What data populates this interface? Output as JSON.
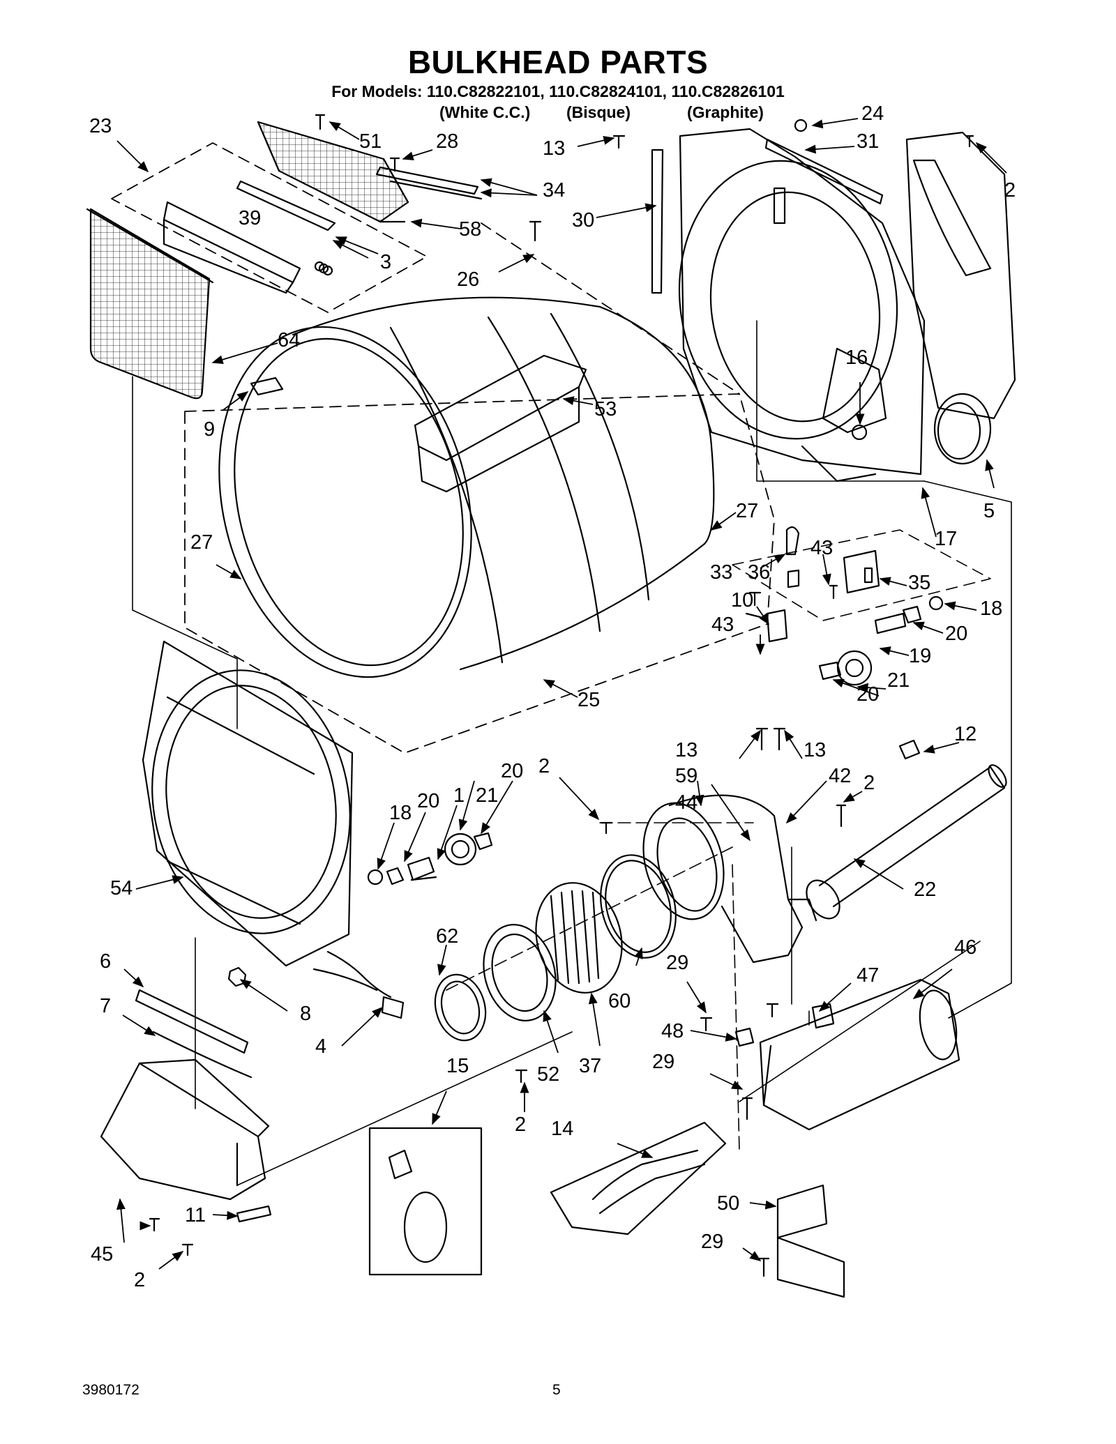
{
  "header": {
    "title": "BULKHEAD PARTS",
    "models_line": "For Models: 110.C82822101, 110.C82824101, 110.C82826101",
    "variants": [
      "(White C.C.)",
      "(Bisque)",
      "(Graphite)"
    ]
  },
  "callouts": [
    {
      "id": "c23",
      "label": "23"
    },
    {
      "id": "c51",
      "label": "51"
    },
    {
      "id": "c28",
      "label": "28"
    },
    {
      "id": "c13a",
      "label": "13"
    },
    {
      "id": "c24",
      "label": "24"
    },
    {
      "id": "c31",
      "label": "31"
    },
    {
      "id": "c2a",
      "label": "2"
    },
    {
      "id": "c34",
      "label": "34"
    },
    {
      "id": "c39",
      "label": "39"
    },
    {
      "id": "c58",
      "label": "58"
    },
    {
      "id": "c30",
      "label": "30"
    },
    {
      "id": "c3",
      "label": "3"
    },
    {
      "id": "c26",
      "label": "26"
    },
    {
      "id": "c64",
      "label": "64"
    },
    {
      "id": "c16",
      "label": "16"
    },
    {
      "id": "c9",
      "label": "9"
    },
    {
      "id": "c53",
      "label": "53"
    },
    {
      "id": "c5",
      "label": "5"
    },
    {
      "id": "c17",
      "label": "17"
    },
    {
      "id": "c27a",
      "label": "27"
    },
    {
      "id": "c27b",
      "label": "27"
    },
    {
      "id": "c33",
      "label": "33"
    },
    {
      "id": "c36",
      "label": "36"
    },
    {
      "id": "c43a",
      "label": "43"
    },
    {
      "id": "c35",
      "label": "35"
    },
    {
      "id": "c10",
      "label": "10"
    },
    {
      "id": "c18a",
      "label": "18"
    },
    {
      "id": "c43b",
      "label": "43"
    },
    {
      "id": "c20a",
      "label": "20"
    },
    {
      "id": "c19",
      "label": "19"
    },
    {
      "id": "c21a",
      "label": "21"
    },
    {
      "id": "c20b",
      "label": "20"
    },
    {
      "id": "c25",
      "label": "25"
    },
    {
      "id": "c13b",
      "label": "13"
    },
    {
      "id": "c13c",
      "label": "13"
    },
    {
      "id": "c12",
      "label": "12"
    },
    {
      "id": "c59",
      "label": "59"
    },
    {
      "id": "c42",
      "label": "42"
    },
    {
      "id": "c2b",
      "label": "2"
    },
    {
      "id": "c20c",
      "label": "20"
    },
    {
      "id": "c21b",
      "label": "21"
    },
    {
      "id": "c44",
      "label": "44"
    },
    {
      "id": "c2c",
      "label": "2"
    },
    {
      "id": "c18b",
      "label": "18"
    },
    {
      "id": "c20d",
      "label": "20"
    },
    {
      "id": "c1",
      "label": "1"
    },
    {
      "id": "c54",
      "label": "54"
    },
    {
      "id": "c22",
      "label": "22"
    },
    {
      "id": "c62",
      "label": "62"
    },
    {
      "id": "c6",
      "label": "6"
    },
    {
      "id": "c29a",
      "label": "29"
    },
    {
      "id": "c46",
      "label": "46"
    },
    {
      "id": "c47",
      "label": "47"
    },
    {
      "id": "c60",
      "label": "60"
    },
    {
      "id": "c7",
      "label": "7"
    },
    {
      "id": "c8",
      "label": "8"
    },
    {
      "id": "c48",
      "label": "48"
    },
    {
      "id": "c4",
      "label": "4"
    },
    {
      "id": "c37",
      "label": "37"
    },
    {
      "id": "c52",
      "label": "52"
    },
    {
      "id": "c29b",
      "label": "29"
    },
    {
      "id": "c15",
      "label": "15"
    },
    {
      "id": "c2d",
      "label": "2"
    },
    {
      "id": "c14",
      "label": "14"
    },
    {
      "id": "c50",
      "label": "50"
    },
    {
      "id": "c11",
      "label": "11"
    },
    {
      "id": "c45",
      "label": "45"
    },
    {
      "id": "c29c",
      "label": "29"
    },
    {
      "id": "c2e",
      "label": "2"
    }
  ],
  "footer": {
    "doc_number": "3980172",
    "page_number": "5"
  }
}
